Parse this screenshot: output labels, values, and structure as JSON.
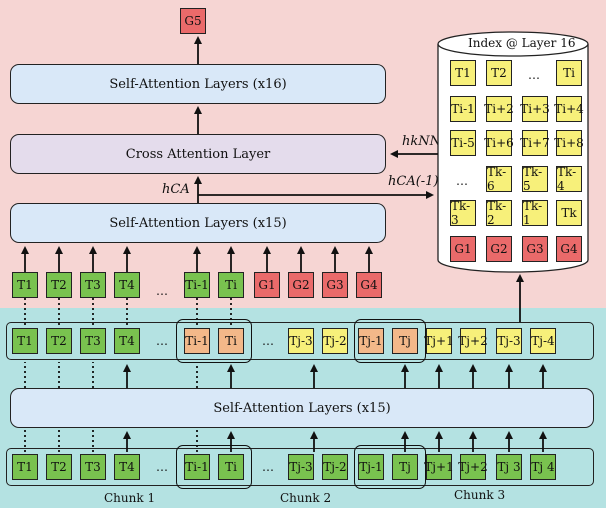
{
  "layers": {
    "self_attn_16": "Self-Attention Layers (x16)",
    "cross_attn": "Cross Attention Layer",
    "self_attn_15_top": "Self-Attention Layers (x15)",
    "self_attn_15_bottom": "Self-Attention Layers (x15)"
  },
  "labels": {
    "output_g5": "G5",
    "h_ca": "hCA",
    "h_knn": "hkNN",
    "h_ca_prev": "hCA(-1)",
    "index_title": "Index @ Layer 16"
  },
  "input_tokens": [
    "T1",
    "T2",
    "T3",
    "T4",
    "…",
    "Ti-1",
    "Ti",
    "G1",
    "G2",
    "G3",
    "G4"
  ],
  "index_rows": [
    [
      "T1",
      "T2",
      "…",
      "Ti"
    ],
    [
      "Ti-1",
      "Ti+2",
      "Ti+3",
      "Ti+4"
    ],
    [
      "Ti-5",
      "Ti+6",
      "Ti+7",
      "Ti+8"
    ],
    [
      "…",
      "Tk-6",
      "Tk-5",
      "Tk-4"
    ],
    [
      "Tk-3",
      "Tk-2",
      "Tk-1",
      "Tk"
    ],
    [
      "G1",
      "G2",
      "G3",
      "G4"
    ]
  ],
  "hidden_tokens": [
    "T1",
    "T2",
    "T3",
    "T4",
    "…",
    "Ti-1",
    "Ti",
    "…",
    "Tj-3",
    "Tj-2",
    "Tj-1",
    "Tj",
    "Tj+1",
    "Tj+2",
    "Tj-3",
    "Tj-4"
  ],
  "base_tokens": [
    "T1",
    "T2",
    "T3",
    "T4",
    "…",
    "Ti-1",
    "Ti",
    "…",
    "Tj-3",
    "Tj-2",
    "Tj-1",
    "Tj",
    "Tj+1",
    "Tj+2",
    "Tj 3",
    "Tj 4"
  ],
  "chunks": [
    "Chunk 1",
    "Chunk 2",
    "Chunk 3"
  ],
  "colors": {
    "top_region": "#f6d5d3",
    "bottom_region": "#b4e2e2",
    "layer_blue": "#d9e8f8",
    "layer_purple": "#e4dcec",
    "token_green": "#79c24f",
    "token_yellow": "#f7f07a",
    "token_orange": "#f3b889",
    "token_red": "#ea6a6a"
  }
}
